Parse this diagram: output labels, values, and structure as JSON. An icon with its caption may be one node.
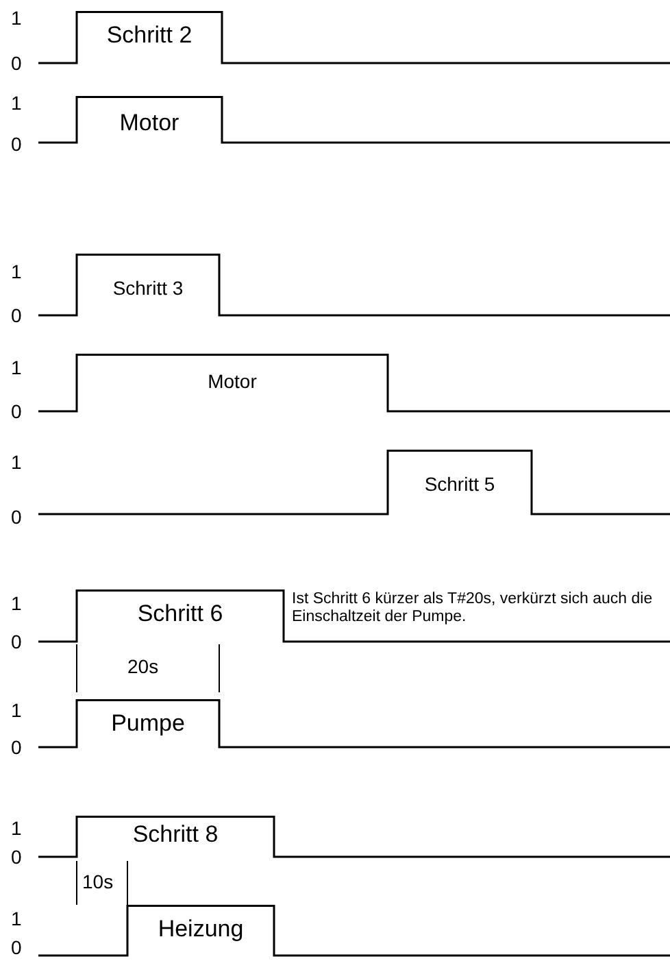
{
  "diagram": {
    "nodes": [
      {
        "text": [
          "Schritt 2"
        ]
      },
      {
        "text": [
          "Motor"
        ]
      },
      {
        "text": [
          "Schritt 3"
        ]
      },
      {
        "text": [
          "Motor"
        ]
      },
      {
        "text": [
          "Schritt 5"
        ]
      },
      {
        "text": [
          "Schritt 6",
          "Ist Schritt 6 kürzer als T#20s, verkürzt sich auch die Einschaltzeit der Pumpe."
        ]
      },
      {
        "text": [
          "Pumpe"
        ]
      },
      {
        "text": [
          "Schritt 8"
        ]
      },
      {
        "text": [
          "Heizung"
        ]
      }
    ],
    "edges": [],
    "labels": [
      "1",
      "0",
      "1",
      "0",
      "1",
      "0",
      "1",
      "0",
      "1",
      "0",
      "1",
      "0",
      "20s",
      "1",
      "0",
      "1",
      "0",
      "10s",
      "1",
      "0"
    ]
  }
}
